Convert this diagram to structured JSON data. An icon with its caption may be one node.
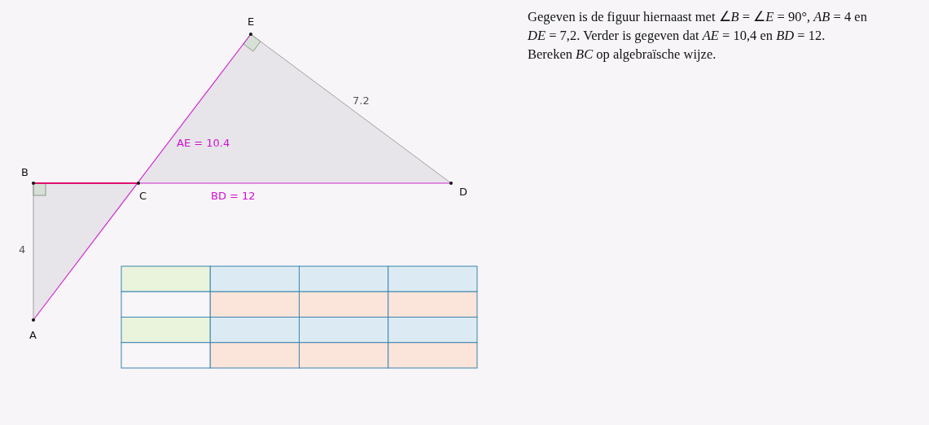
{
  "diagram": {
    "labels": [
      "E",
      "Gegeven is de figuur hiernaast met ∠*B* = ∠*E* = 90°, *AB* = 4 en *DE* = 7,2. Verder is gegeven dat *AE* = 10,4 en *BD* = 12.",
      "Bereken *BC* op algebraïsche wijze.",
      "7.2",
      "AE = 10.4",
      "B",
      "D",
      "C",
      "BD = 12",
      "4",
      "A"
    ]
  }
}
